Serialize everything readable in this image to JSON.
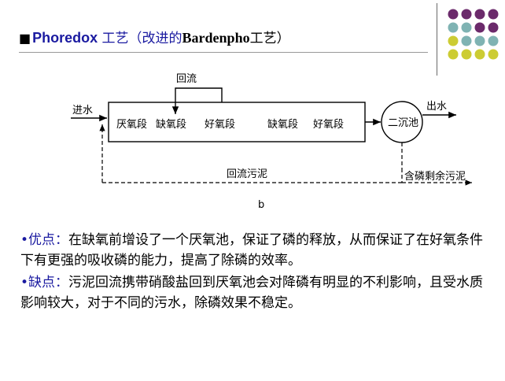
{
  "title": {
    "bullet": "■",
    "part1": "Phoredox",
    "part2": " 工艺（改进的",
    "part3": "Bardenpho",
    "part4": "工艺）"
  },
  "decor": {
    "dot_colors": [
      "#6b2a6b",
      "#6b2a6b",
      "#6b2a6b",
      "#6b2a6b",
      "#7fb3b3",
      "#7fb3b3",
      "#6b2a6b",
      "#6b2a6b",
      "#cccc33",
      "#7fb3b3",
      "#7fb3b3",
      "#7fb3b3",
      "#cccc33",
      "#cccc33",
      "#cccc33",
      "#cccc33"
    ]
  },
  "diagram": {
    "recycle_top": "回流",
    "influent": "进水",
    "effluent": "出水",
    "stages": [
      "厌氧段",
      "缺氧段",
      "好氧段",
      "缺氧段",
      "好氧段"
    ],
    "clarifier": "二沉池",
    "recycle_sludge": "回流污泥",
    "excess_sludge": "含磷剩余污泥",
    "caption": "b"
  },
  "bullets": [
    {
      "head": "•优点：",
      "text": "在缺氧前增设了一个厌氧池，保证了磷的释放，从而保证了在好氧条件下有更强的吸收磷的能力，提高了除磷的效率。"
    },
    {
      "head": "•缺点：",
      "text": "污泥回流携带硝酸盐回到厌氧池会对降磷有明显的不利影响，且受水质影响较大，对于不同的污水，除磷效果不稳定。"
    }
  ]
}
